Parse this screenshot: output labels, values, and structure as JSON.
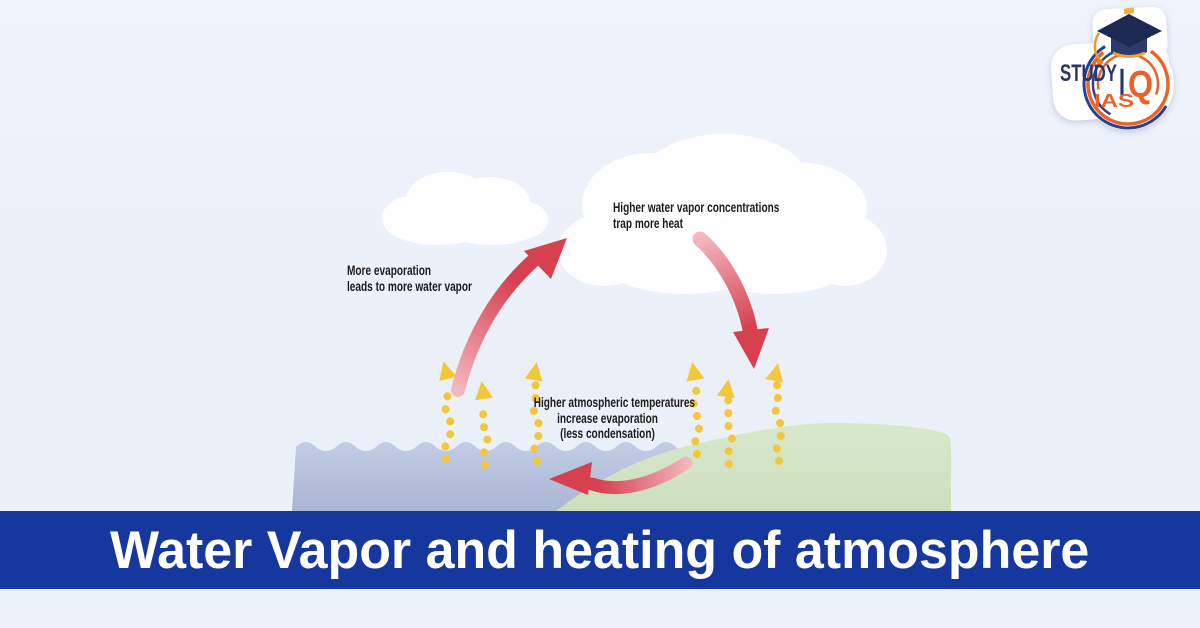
{
  "banner": {
    "title": "Water Vapor and heating of atmosphere",
    "bg_color": "#16379d"
  },
  "logo": {
    "study": "STUDY",
    "iq_i": "I",
    "iq_q": "Q",
    "ias": "IAS"
  },
  "labels": {
    "more_evaporation": {
      "line1": "More evaporation",
      "line2": "leads to more water vapor"
    },
    "higher_vapor": {
      "line1": "Higher water vapor concentrations",
      "line2": "trap more heat"
    },
    "higher_temps": {
      "line1": "Higher atmospheric temperatures",
      "line2": "increase evaporation",
      "line3": "(less condensation)"
    }
  },
  "colors": {
    "background": "#eef1f9",
    "cycle_arrow_red": "#d6404f",
    "cycle_arrow_tail_pink": "#f2b3bb",
    "evaporation_yellow": "#f4c73b",
    "water_blue": "#b2bedc",
    "land_green": "#d4e4c7",
    "cloud_white": "#ffffff",
    "banner_blue": "#16379d",
    "logo_navy": "#2c3567",
    "logo_orange": "#e8622a"
  }
}
